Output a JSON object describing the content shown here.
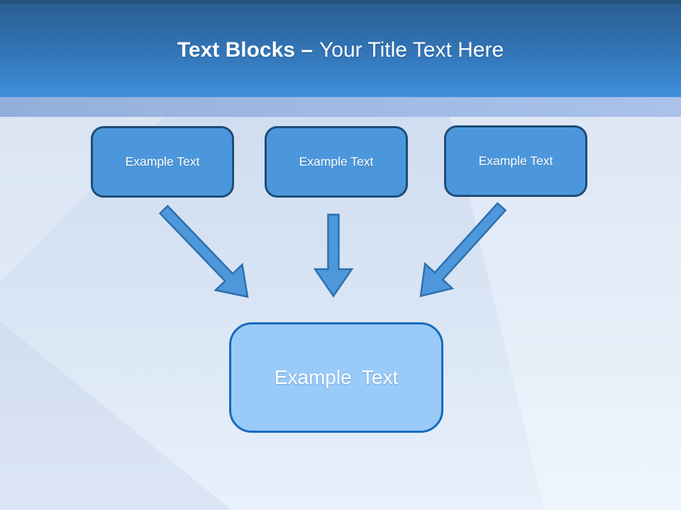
{
  "title": {
    "emphasis": "Text Blocks –",
    "rest": "Your Title Text Here"
  },
  "blocks": [
    {
      "label": "Example Text"
    },
    {
      "label": "Example Text"
    },
    {
      "label": "Example Text"
    }
  ],
  "result_block": {
    "label": "Example Text"
  },
  "arrows": [
    {
      "name": "arrow-down-right-icon",
      "direction": "down-right"
    },
    {
      "name": "arrow-down-icon",
      "direction": "down"
    },
    {
      "name": "arrow-down-left-icon",
      "direction": "down-left"
    }
  ],
  "colors": {
    "top_strip": "#24527a",
    "header_gradient_top": "#2a5c8f",
    "header_gradient_bottom": "#3f8edb",
    "band": "#9db8e2",
    "content_top": "#cbd8ed",
    "content_bottom": "#e8f1fb",
    "block_fill": "#4c97db",
    "block_border": "#1d4d77",
    "arrow_fill": "#4d97da",
    "arrow_border": "#2d70ae",
    "result_fill": "#9acaf8",
    "result_border": "#156abe",
    "title_color": "#ffffff"
  }
}
